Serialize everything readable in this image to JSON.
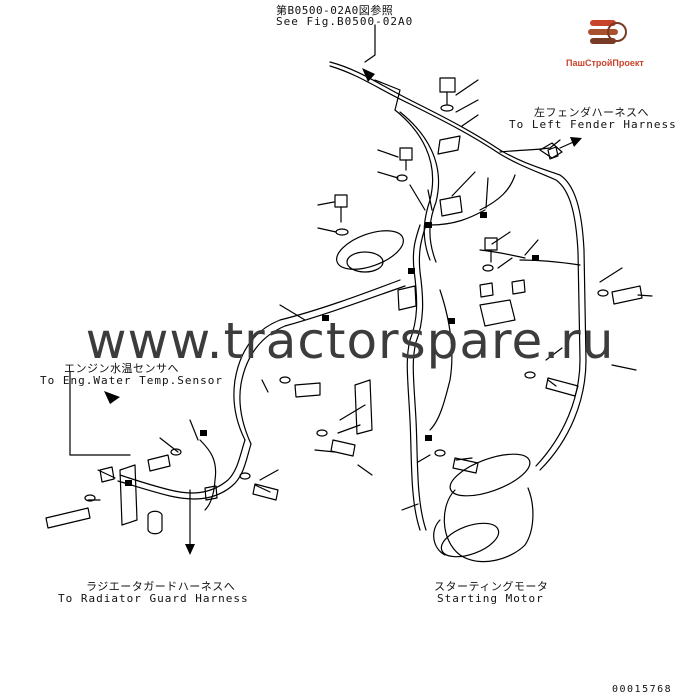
{
  "references": {
    "top_jp": "第B0500-02A0図参照",
    "top_en": "See Fig.B0500-02A0"
  },
  "callouts": {
    "left_fender_jp": "左フェンダハーネスへ",
    "left_fender_en": "To Left Fender Harness",
    "eng_water_jp": "エンジン水温センサへ",
    "eng_water_en": "To Eng.Water Temp.Sensor",
    "radiator_jp": "ラジエータガードハーネスへ",
    "radiator_en": "To Radiator Guard Harness",
    "starting_motor_jp": "スターティングモータ",
    "starting_motor_en": "Starting Motor"
  },
  "watermark": "www.tractorspare.ru",
  "logo": {
    "name": "ПашСтройПроект",
    "colors": [
      "#c8432b",
      "#7a3b26"
    ]
  },
  "drawing_code": "00015768"
}
